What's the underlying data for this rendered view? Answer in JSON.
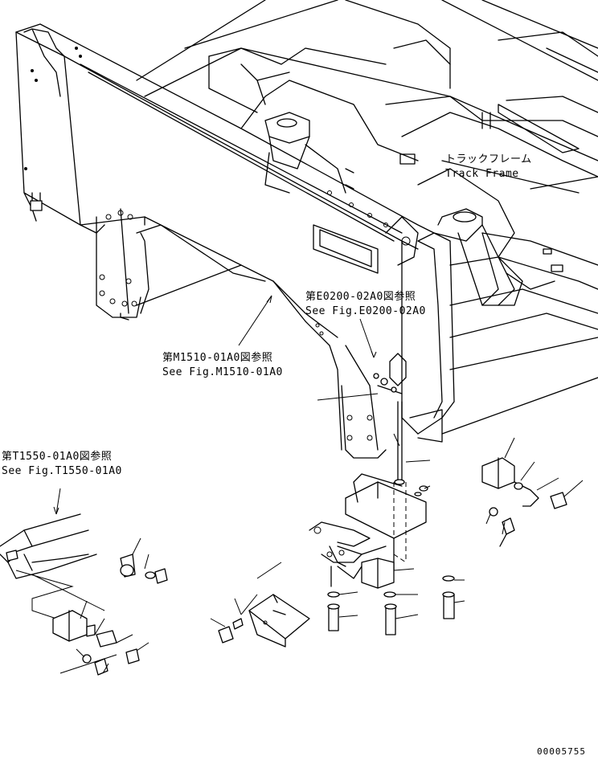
{
  "labels": {
    "track_frame_jp": "トラックフレーム",
    "track_frame_en": "Track Frame",
    "e0200_jp": "第E0200-02A0図参照",
    "e0200_en": "See Fig.E0200-02A0",
    "m1510_jp": "第M1510-01A0図参照",
    "m1510_en": "See Fig.M1510-01A0",
    "t1550_jp": "第T1550-01A0図参照",
    "t1550_en": "See Fig.T1550-01A0",
    "drawing_number": "00005755"
  }
}
